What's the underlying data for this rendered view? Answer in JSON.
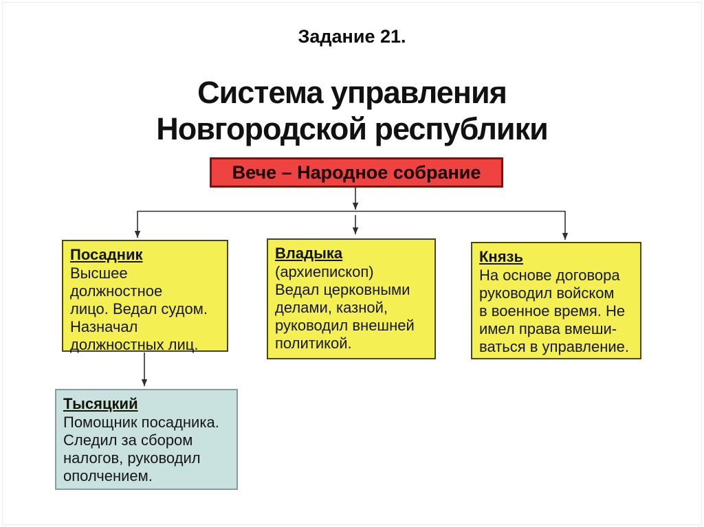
{
  "page": {
    "header": "Задание 21.",
    "title_line1": "Система управления",
    "title_line2": "Новгородской республики"
  },
  "diagram": {
    "veche": {
      "label": "Вече – Народное собрание"
    },
    "posadnik": {
      "heading": "Посадник",
      "lines": [
        "Высшее должностное",
        "лицо. Ведал судом.",
        "Назначал",
        "должностных лиц."
      ]
    },
    "vladyka": {
      "heading": "Владыка",
      "lines": [
        "(архиепископ)",
        "Ведал церковными",
        "делами, казной,",
        "руководил внешней",
        "политикой."
      ]
    },
    "knyaz": {
      "heading": "Князь",
      "lines": [
        "На основе договора",
        "руководил войском",
        "в военное время. Не",
        "имел права вмеши-",
        "ваться в управление."
      ]
    },
    "tysyatsky": {
      "heading": "Тысяцкий",
      "lines": [
        "Помощник посадника.",
        "Следил за сбором",
        "налогов, руководил",
        "ополчением."
      ]
    }
  },
  "colors": {
    "veche_bg": "#ee4340",
    "veche_border": "#7e120c",
    "box_yellow": "#f4f054",
    "box_yellow_border": "#47470f",
    "box_blue": "#c9e2e0",
    "box_blue_border": "#8a9a9e",
    "arrow": "#2f2f2f"
  }
}
